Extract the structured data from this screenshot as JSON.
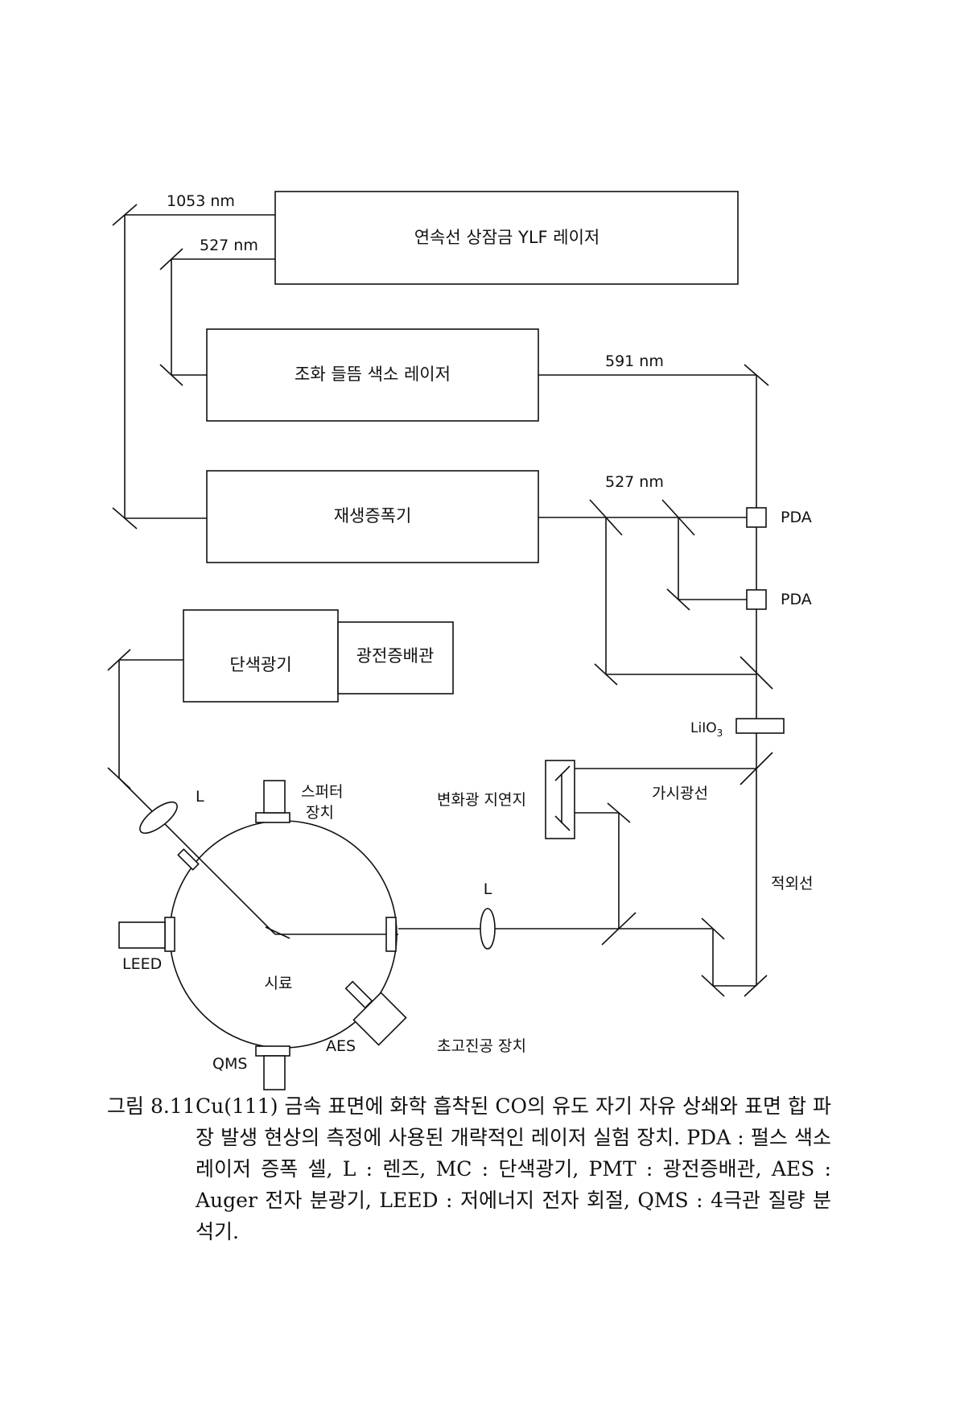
{
  "diagram": {
    "labels": {
      "nm1053": "1053 nm",
      "nm527_top": "527 nm",
      "nm591": "591 nm",
      "nm527_mid": "527 nm",
      "pda1": "PDA",
      "pda2": "PDA",
      "liio3": "LiIO",
      "liio3_sub": "3",
      "lens_left": "L",
      "lens_right": "L",
      "sputter_line1": "스퍼터",
      "sputter_line2": "장치",
      "delay": "변화광 지연지",
      "visible": "가시광선",
      "infrared": "적외선",
      "leed": "LEED",
      "sample": "시료",
      "aes": "AES",
      "qms": "QMS",
      "uhv": "초고진공 장치"
    },
    "boxes": {
      "ylf_laser": "연속선 상잠금 YLF 레이저",
      "dye_laser": "조화 들뜸 색소 레이저",
      "regen_amp": "재생증폭기",
      "monochromator": "단색광기",
      "pmt": "광전증배관"
    }
  },
  "caption": {
    "number": "그림 8.11",
    "text": "Cu(111) 금속 표면에 화학 흡착된 CO의 유도 자기 자유 상쇄와 표면 합 파장 발생 현상의 측정에 사용된 개략적인 레이저 실험 장치. PDA : 펄스 색소 레이저 증폭 셀, L : 렌즈, MC : 단색광기, PMT : 광전증배관, AES : Auger 전자 분광기, LEED : 저에너지 전자 회절, QMS : 4극관 질량 분석기."
  }
}
